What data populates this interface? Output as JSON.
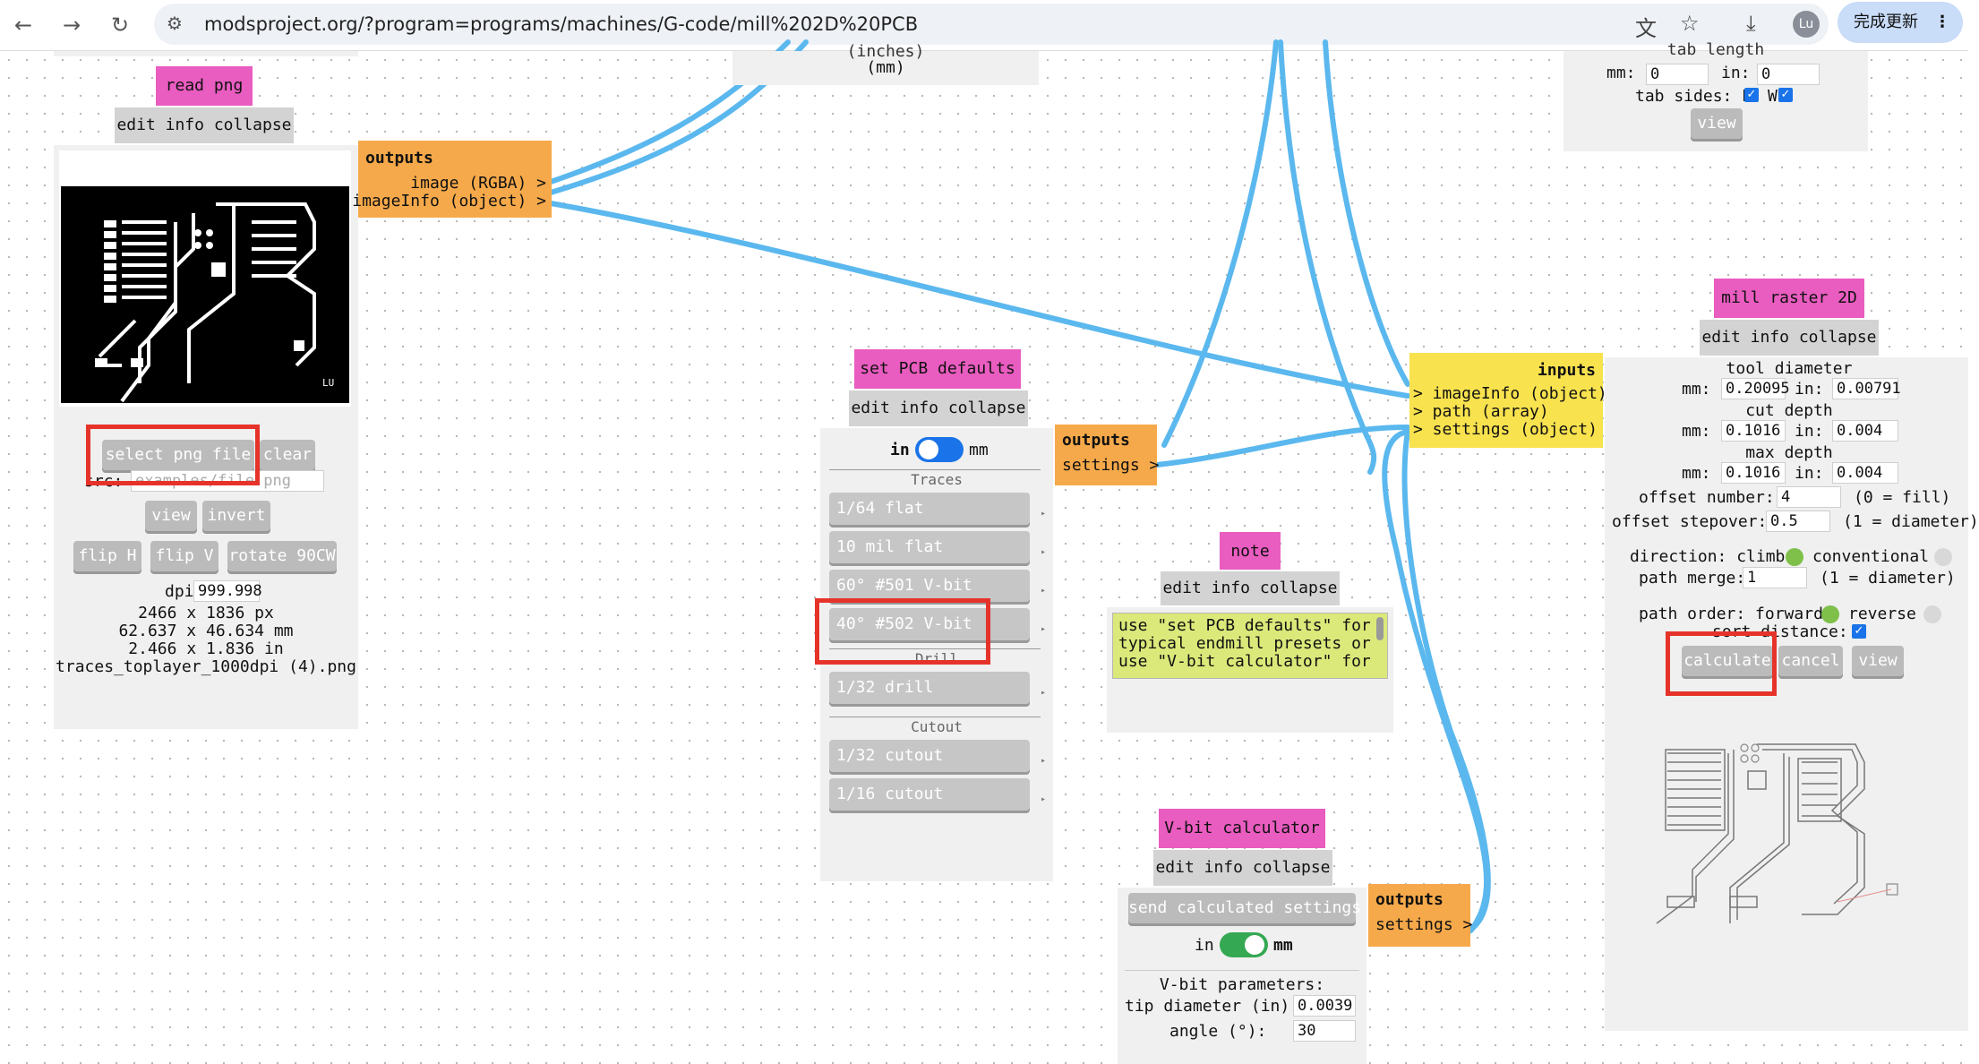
{
  "browser": {
    "url": "modsproject.org/?program=programs/machines/G-code/mill%202D%20PCB",
    "avatar": "Lu",
    "update_label": "完成更新",
    "icons": [
      "back-icon",
      "forward-icon",
      "reload-icon",
      "site-info-icon",
      "translate-icon",
      "star-icon",
      "download-icon",
      "menu-icon"
    ]
  },
  "top_partial": {
    "units_fragment": "(inches)",
    "units_mm": "(mm)",
    "tab_length_fragment": "tab length",
    "mm_label": "mm:",
    "mm_value": "0",
    "in_label": "in:",
    "in_value": "0",
    "tab_sides_label": "tab sides: E",
    "tab_sides_w": "W",
    "view": "view"
  },
  "read_png": {
    "title": "read png",
    "menu": "edit info collapse",
    "select_button": "select png file",
    "clear_button": "clear",
    "src_label": "src:",
    "src_placeholder": "examples/file.png",
    "view_button": "view",
    "invert_button": "invert",
    "flip_h": "flip H",
    "flip_v": "flip V",
    "rotate": "rotate 90CW",
    "dpi_label": "dpi:",
    "dpi_value": "999.998",
    "px": "2466 x 1836 px",
    "mm": "62.637 x 46.634 mm",
    "in": "2.466 x 1.836 in",
    "filename": "traces_toplayer_1000dpi (4).png",
    "image_mark": "LU"
  },
  "read_png_outputs": {
    "title": "outputs",
    "line1": "image (RGBA) >",
    "line2": "imageInfo (object) >"
  },
  "pcb_defaults": {
    "title": "set PCB defaults",
    "menu": "edit info collapse",
    "unit_in": "in",
    "unit_mm": "mm",
    "traces_label": "Traces",
    "drill_label": "Drill",
    "cutout_label": "Cutout",
    "buttons": [
      "1/64 flat",
      "10 mil flat",
      "60° #501 V-bit",
      "40° #502 V-bit",
      "1/32 drill",
      "1/32 cutout",
      "1/16 cutout"
    ]
  },
  "pcb_outputs": {
    "title": "outputs",
    "line1": "settings >"
  },
  "note": {
    "title": "note",
    "menu": "edit info collapse",
    "lines": [
      "use \"set PCB defaults\" for",
      "typical endmill presets or",
      "use \"V-bit calculator\" for"
    ]
  },
  "vbit": {
    "title": "V-bit calculator",
    "menu": "edit info collapse",
    "send_button": "send calculated settings",
    "unit_in": "in",
    "unit_mm": "mm",
    "params_label": "V-bit parameters:",
    "tip_label": "tip diameter (in):",
    "tip_value": "0.0039",
    "angle_label": "angle (°):",
    "angle_value": "30"
  },
  "vbit_outputs": {
    "title": "outputs",
    "line1": "settings >"
  },
  "mill_inputs": {
    "title": "inputs",
    "line1": "> imageInfo (object)",
    "line2": "> path (array)",
    "line3": "> settings (object)"
  },
  "mill_raster": {
    "title": "mill raster 2D",
    "menu": "edit info collapse",
    "tool_diameter_label": "tool diameter",
    "tool_mm": "0.20095",
    "tool_in": "0.00791",
    "cut_depth_label": "cut depth",
    "cut_mm": "0.1016",
    "cut_in": "0.004",
    "max_depth_label": "max depth",
    "max_mm": "0.1016",
    "max_in": "0.004",
    "mm_label": "mm:",
    "in_label": "in:",
    "offset_number_label": "offset number:",
    "offset_number": "4",
    "offset_number_hint": "(0 = fill)",
    "offset_stepover_label": "offset stepover:",
    "offset_stepover": "0.5",
    "offset_stepover_hint": "(1 = diameter)",
    "direction_label": "direction: climb",
    "direction_alt": "conventional",
    "path_merge_label": "path merge:",
    "path_merge": "1",
    "path_merge_hint": "(1 = diameter)",
    "path_order_label": "path order: forward",
    "path_order_alt": "reverse",
    "sort_distance_label": "sort distance:",
    "calculate_button": "calculate",
    "cancel_button": "cancel",
    "view_button": "view"
  },
  "colors": {
    "pink": "#e95cc0",
    "outputs": "#f6a94a",
    "inputs": "#f8e24e",
    "wire": "#5bb8ee",
    "highlight": "#e6332a",
    "toggle_blue": "#1a73e8",
    "toggle_green": "#34a853",
    "note_bg": "#dbe97a"
  }
}
